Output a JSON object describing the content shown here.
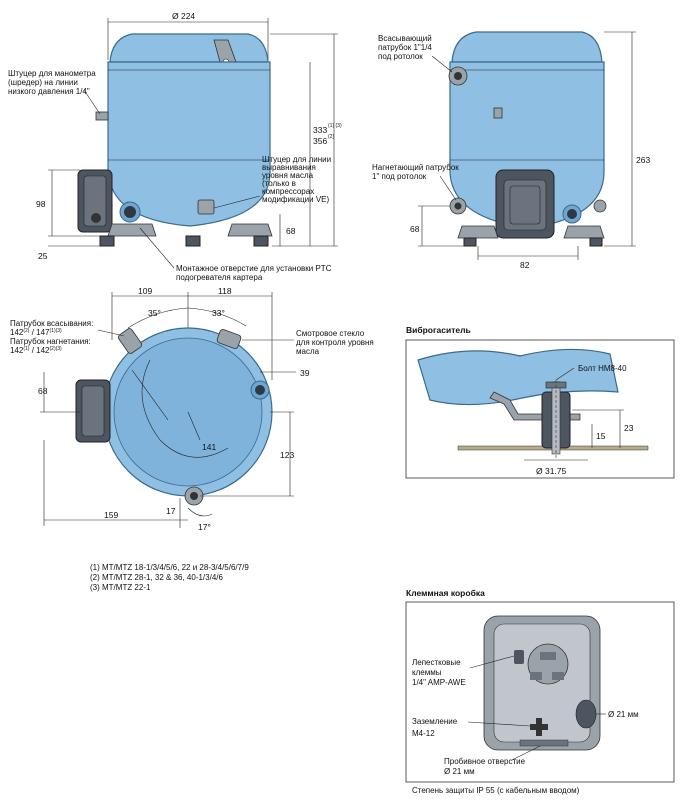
{
  "front_view": {
    "dim_width": "Ø 224",
    "dim_height_1": "333",
    "dim_height_1_note": "(1) (3)",
    "dim_height_2": "356",
    "dim_height_2_note": "(2)",
    "dim_98": "98",
    "dim_25": "25",
    "dim_68": "68",
    "label_schrader": [
      "Штуцер для манометра",
      "(шредер) на линии",
      "низкого давления 1/4\""
    ],
    "label_oil": [
      "Штуцер для линии",
      "выравнивания",
      "уровня масла",
      "(только в",
      "компрессорах",
      "модификации VE)"
    ],
    "label_ptc": [
      "Монтажное отверстие для установки PTC",
      "подогревателя картера"
    ]
  },
  "side_view": {
    "label_suction": [
      "Всасывающий",
      "патрубок 1\"1/4",
      "под ротолок"
    ],
    "label_discharge": [
      "Нагнетающий патрубок",
      "1\" под ротолок"
    ],
    "dim_263": "263",
    "dim_68": "68",
    "dim_82": "82"
  },
  "top_view": {
    "dim_109": "109",
    "dim_118": "118",
    "angle_35": "35°",
    "angle_33": "33°",
    "dim_39": "39",
    "dim_68": "68",
    "dim_141": "141",
    "dim_123": "123",
    "dim_17": "17",
    "angle_17": "17°",
    "dim_159": "159",
    "label_suction_line1": "Патрубок всасывания:",
    "label_suction_line2": "142",
    "label_suction_line2_n1": "(2)",
    "label_suction_line2_b": " / 147",
    "label_suction_line2_n2": "(1)(3)",
    "label_discharge_line1": "Патрубок нагнетания:",
    "label_discharge_line2": "142",
    "label_discharge_line2_n1": "(1)",
    "label_discharge_line2_b": " / 142",
    "label_discharge_line2_n2": "(2)(3)",
    "label_sight_glass": [
      "Смотровое стекло",
      "для контроля уровня",
      "масла"
    ]
  },
  "notes": [
    "(1)  MT/MTZ 18-1/3/4/5/6, 22  и 28-3/4/5/6/7/9",
    "(2)  MT/MTZ  28-1, 32 & 36, 40-1/3/4/6",
    "(3)  MT/MTZ 22-1"
  ],
  "damper": {
    "title": "Виброгаситель",
    "bolt_label": "Болт HM8-40",
    "dim_15": "15",
    "dim_23": "23",
    "dim_diam": "Ø 31.75"
  },
  "terminal_box": {
    "title": "Клеммная коробка",
    "label_terminals": [
      "Лепестковые",
      "клеммы",
      "1/4\" AMP-AWE"
    ],
    "label_ground": [
      "Заземление",
      "M4-12"
    ],
    "label_knockout": [
      "Пробивное отверстие",
      "Ø 21 мм"
    ],
    "label_diam": "Ø 21 мм",
    "footer": "Степень защиты IP 55 (с кабельным вводом)"
  }
}
